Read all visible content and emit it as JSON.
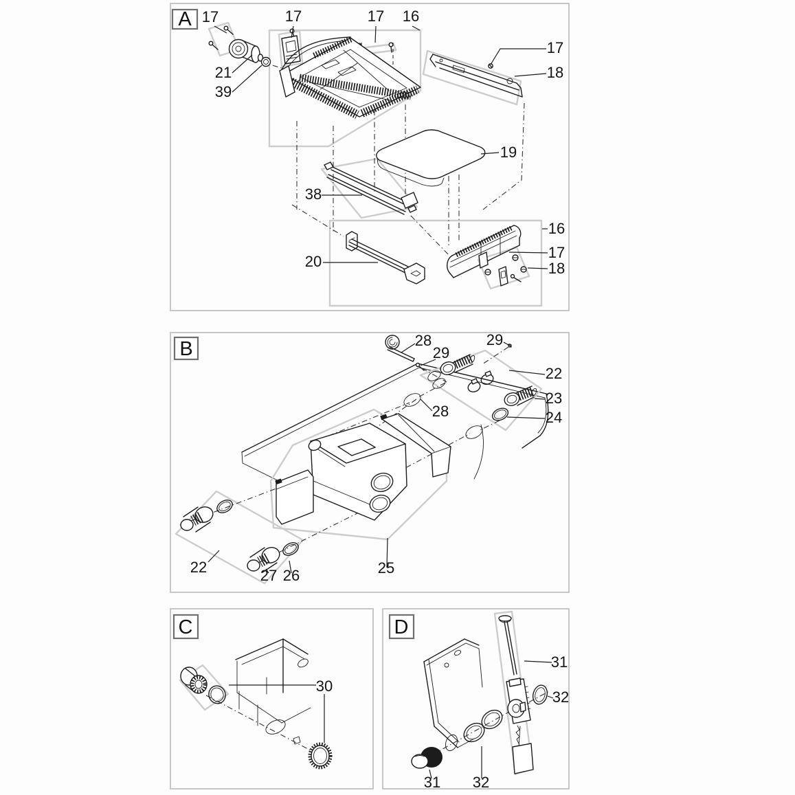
{
  "title": "Exploded parts diagram with four sections",
  "panels": [
    {
      "id": "A",
      "letter": "A",
      "callouts": [
        {
          "ref": "17"
        },
        {
          "ref": "17"
        },
        {
          "ref": "17"
        },
        {
          "ref": "16"
        },
        {
          "ref": "21"
        },
        {
          "ref": "39"
        },
        {
          "ref": "17"
        },
        {
          "ref": "18"
        },
        {
          "ref": "19"
        },
        {
          "ref": "38"
        },
        {
          "ref": "20"
        },
        {
          "ref": "16"
        },
        {
          "ref": "17"
        },
        {
          "ref": "18"
        }
      ]
    },
    {
      "id": "B",
      "letter": "B",
      "callouts": [
        {
          "ref": "28"
        },
        {
          "ref": "29"
        },
        {
          "ref": "29"
        },
        {
          "ref": "22"
        },
        {
          "ref": "23"
        },
        {
          "ref": "24"
        },
        {
          "ref": "28"
        },
        {
          "ref": "25"
        },
        {
          "ref": "22"
        },
        {
          "ref": "27"
        },
        {
          "ref": "26"
        }
      ]
    },
    {
      "id": "C",
      "letter": "C",
      "callouts": [
        {
          "ref": "30"
        }
      ]
    },
    {
      "id": "D",
      "letter": "D",
      "callouts": [
        {
          "ref": "31"
        },
        {
          "ref": "32"
        },
        {
          "ref": "31"
        },
        {
          "ref": "32"
        }
      ]
    }
  ],
  "colors": {
    "line": "#1c1c1c",
    "group_outline": "#cccccc",
    "panel_border": "#c6c6c6",
    "background": "#fdfdfd"
  }
}
